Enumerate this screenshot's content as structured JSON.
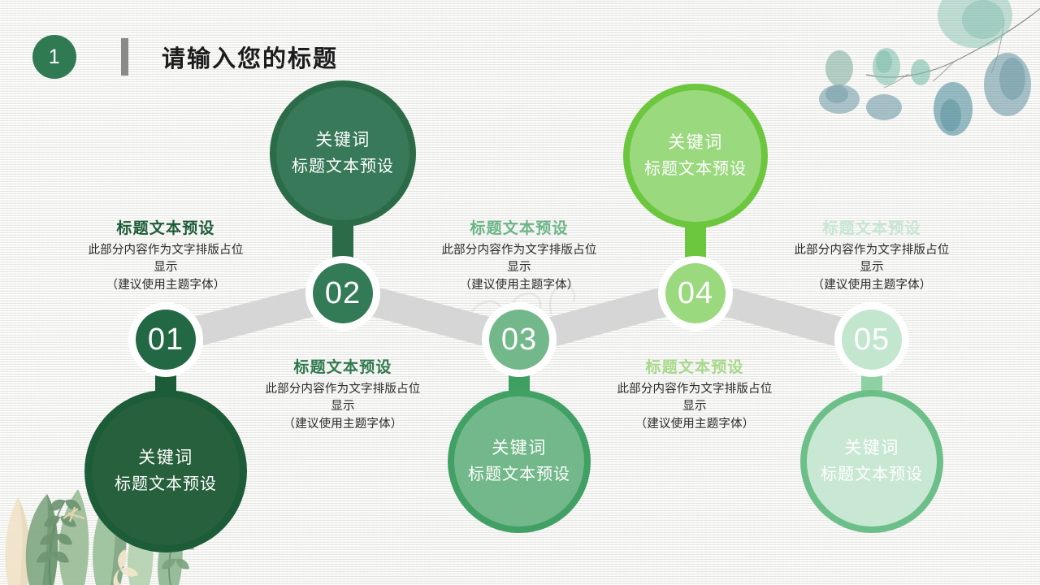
{
  "header": {
    "step_number": "1",
    "title": "请输入您的标题"
  },
  "nodes": [
    {
      "number": "01",
      "keyword_line1": "关键词",
      "keyword_line2": "标题文本预设",
      "heading": "标题文本预设",
      "body_line1": "此部分内容作为文字排版占位",
      "body_line2": "显示",
      "body_line3": "（建议使用主题字体）",
      "ring_color": "#1d5c38",
      "fill_color": "#27603d",
      "num_color": "#236844",
      "heading_color": "#1d5c38",
      "stem_color": "#1d5c38"
    },
    {
      "number": "02",
      "keyword_line1": "关键词",
      "keyword_line2": "标题文本预设",
      "heading": "标题文本预设",
      "body_line1": "此部分内容作为文字排版占位",
      "body_line2": "显示",
      "body_line3": "（建议使用主题字体）",
      "ring_color": "#2b6b47",
      "fill_color": "#38795a",
      "num_color": "#337a56",
      "heading_color": "#2f7a4e",
      "stem_color": "#2b6b47"
    },
    {
      "number": "03",
      "keyword_line1": "关键词",
      "keyword_line2": "标题文本预设",
      "heading": "标题文本预设",
      "body_line1": "此部分内容作为文字排版占位",
      "body_line2": "显示",
      "body_line3": "（建议使用主题字体）",
      "ring_color": "#41a064",
      "fill_color": "#72b88b",
      "num_color": "#72b88b",
      "heading_color": "#6cb588",
      "stem_color": "#3f9e62"
    },
    {
      "number": "04",
      "keyword_line1": "关键词",
      "keyword_line2": "标题文本预设",
      "heading": "标题文本预设",
      "body_line1": "此部分内容作为文字排版占位",
      "body_line2": "显示",
      "body_line3": "（建议使用主题字体）",
      "ring_color": "#6cc73f",
      "fill_color": "#9bd97f",
      "num_color": "#9bd97f",
      "heading_color": "#a8d98a",
      "stem_color": "#6cc73f"
    },
    {
      "number": "05",
      "keyword_line1": "关键词",
      "keyword_line2": "标题文本预设",
      "heading": "标题文本预设",
      "body_line1": "此部分内容作为文字排版占位",
      "body_line2": "显示",
      "body_line3": "（建议使用主题字体）",
      "ring_color": "#6cbf89",
      "fill_color": "#c9e8d3",
      "num_color": "#c3e6cf",
      "heading_color": "#c6e6d0",
      "stem_color": "#8ed2a4"
    }
  ],
  "style": {
    "connector_color": "#d6d6d6",
    "badge_color": "#2f7a52",
    "title_bar_color": "#8a8a8a"
  }
}
